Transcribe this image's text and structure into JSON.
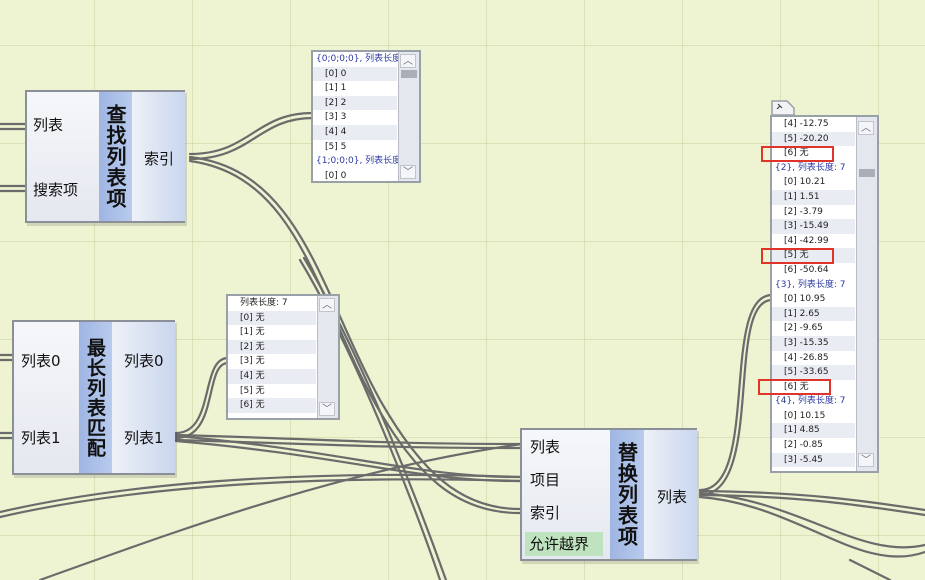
{
  "components": {
    "list_search": {
      "title": "查找列表项",
      "inputs": [
        "列表",
        "搜索项"
      ],
      "outputs": [
        "索引"
      ]
    },
    "shortest_list": {
      "title": "最长列表匹配",
      "inputs": [
        "列表0",
        "列表1"
      ],
      "outputs": [
        "列表0",
        "列表1"
      ]
    },
    "replace_items": {
      "title": "替换列表项",
      "inputs": [
        "列表",
        "项目",
        "索引"
      ],
      "option": "允许越界",
      "outputs": [
        "列表"
      ]
    }
  },
  "panels": {
    "panel_a": {
      "rows": [
        {
          "t": "{0;0;0;0}, 列表长度",
          "k": "hdr"
        },
        {
          "t": "[0] 0"
        },
        {
          "t": "[1] 1"
        },
        {
          "t": "[2] 2"
        },
        {
          "t": "[3] 3"
        },
        {
          "t": "[4] 4"
        },
        {
          "t": "[5] 5"
        },
        {
          "t": "{1;0;0;0}, 列表长度",
          "k": "hdr"
        },
        {
          "t": "[0] 0"
        }
      ]
    },
    "panel_b": {
      "rows": [
        {
          "t": "列表长度: 7",
          "k": "plain"
        },
        {
          "t": "[0] 无"
        },
        {
          "t": "[1] 无"
        },
        {
          "t": "[2] 无"
        },
        {
          "t": "[3] 无"
        },
        {
          "t": "[4] 无"
        },
        {
          "t": "[5] 无"
        },
        {
          "t": "[6] 无"
        }
      ]
    },
    "panel_c": {
      "rows": [
        {
          "t": "[4] -12.75"
        },
        {
          "t": "[5] -20.20"
        },
        {
          "t": "[6] 无"
        },
        {
          "t": "{2}, 列表长度: 7",
          "k": "hdr"
        },
        {
          "t": "[0] 10.21"
        },
        {
          "t": "[1] 1.51"
        },
        {
          "t": "[2] -3.79"
        },
        {
          "t": "[3] -15.49"
        },
        {
          "t": "[4] -42.99"
        },
        {
          "t": "[5] 无"
        },
        {
          "t": "[6] -50.64"
        },
        {
          "t": "{3}, 列表长度: 7",
          "k": "hdr"
        },
        {
          "t": "[0] 10.95"
        },
        {
          "t": "[1] 2.65"
        },
        {
          "t": "[2] -9.65"
        },
        {
          "t": "[3] -15.35"
        },
        {
          "t": "[4] -26.85"
        },
        {
          "t": "[5] -33.65"
        },
        {
          "t": "[6] 无"
        },
        {
          "t": "{4}, 列表长度: 7",
          "k": "hdr"
        },
        {
          "t": "[0] 10.15"
        },
        {
          "t": "[1] 4.85"
        },
        {
          "t": "[2] -0.85"
        },
        {
          "t": "[3] -5.45"
        }
      ]
    }
  },
  "colors": {
    "canvas": "#eef3d2",
    "highlight": "#e0342a",
    "wire": "#6b6b6b",
    "title_blue": "#a8bde8",
    "option_green": "#bfe3bf"
  }
}
